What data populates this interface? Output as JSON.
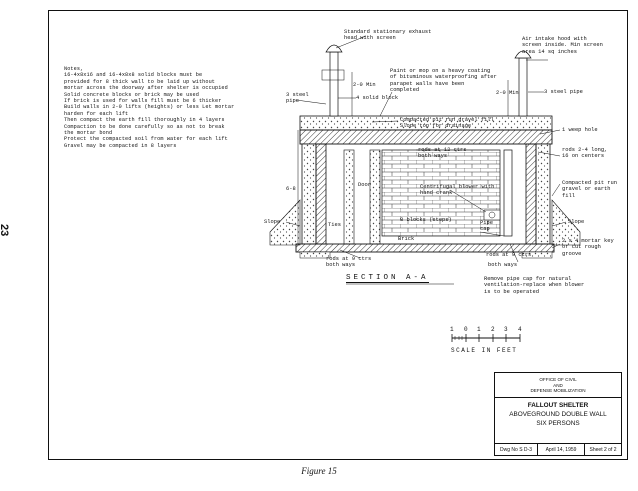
{
  "page_number": "23",
  "notes": {
    "lines": [
      "Notes,",
      "16-4x8x16 and 16-4x8x8 solid blocks must be",
      "provided for 8 thick wall to be laid up without",
      "mortar across the doorway after shelter is occupied",
      "  Solid concrete blocks or brick may be used",
      "  If brick is used for walls fill must be 6 thicker",
      "  Build walls in 2-0 lifts (heights) or less Let mortar",
      "harden for each lift",
      "  Then compact the earth fill thoroughly in 4 layers",
      "Compaction to be done carefully so as not to break",
      "the mortar bond",
      "  Protect the compacted soil from water for each lift",
      "  Gravel may be compacted in 8 layers"
    ]
  },
  "labels": {
    "exhaust_head": [
      "Standard stationary exhaust",
      "head with screen"
    ],
    "air_intake": [
      "Air intake hood with",
      "screen inside. Min screen",
      "area 14 sq inches"
    ],
    "paint_mop": [
      "Paint or mop on a heavy coating",
      "of bituminous waterproofing after",
      "parapet walls have been",
      "completed"
    ],
    "steel_pipe_left": [
      "3 steel",
      "pipe"
    ],
    "solid_block": "4 solid block",
    "steel_pipe_right": "3 steel pipe",
    "compacted_fill_top": [
      "Compacted pit run gravel fill",
      "Slope top for drainage"
    ],
    "weep_hole": "1 weep hole",
    "rods_12": [
      "rods at 12 ctrs",
      "both ways"
    ],
    "rods_2_4": [
      "rods 2-4 long,",
      "16 on centers"
    ],
    "door": "Door",
    "centrifugal": [
      "Centrifugal blower with",
      "hand crank"
    ],
    "compacted_fill_right": [
      "Compacted pit run",
      "gravel or earth",
      "fill"
    ],
    "slope_left": "Slope",
    "slope_right": "Slope",
    "blocks_8": "8 blocks (steps)",
    "ties": "Ties",
    "brick": "Brick",
    "pipe_cap": [
      "Pipe",
      "cap"
    ],
    "mortar_key": [
      "2 x 4 mortar key",
      "or cut rough",
      "groove"
    ],
    "rods_9_bottom": [
      "rods at 9 ctrs",
      "both ways"
    ],
    "rods_9_right": "rods at 9 ctrs",
    "both_ways_right": "both ways",
    "remove_cap": [
      "Remove pipe cap for natural",
      "ventilation-replace when blower",
      "is to be operated"
    ],
    "dim_min_left": "2-0 Min",
    "dim_min_right": "2-0 Min",
    "dim_height": "6-8"
  },
  "section_title": "SECTION A-A",
  "scale": {
    "label": "SCALE IN FEET",
    "ticks": [
      "1",
      "0",
      "1",
      "2",
      "3",
      "4"
    ]
  },
  "title_block": {
    "office": [
      "OFFICE OF CIVIL",
      "AND",
      "DEFENSE MOBILIZATION"
    ],
    "title": "FALLOUT SHELTER",
    "subtitle": "ABOVEGROUND DOUBLE WALL",
    "capacity": "SIX PERSONS",
    "dwg_no": "Dwg No S D-3",
    "date": "April 14, 1959",
    "sheet": "Sheet 2 of 2"
  },
  "figure_caption": "Figure 15"
}
